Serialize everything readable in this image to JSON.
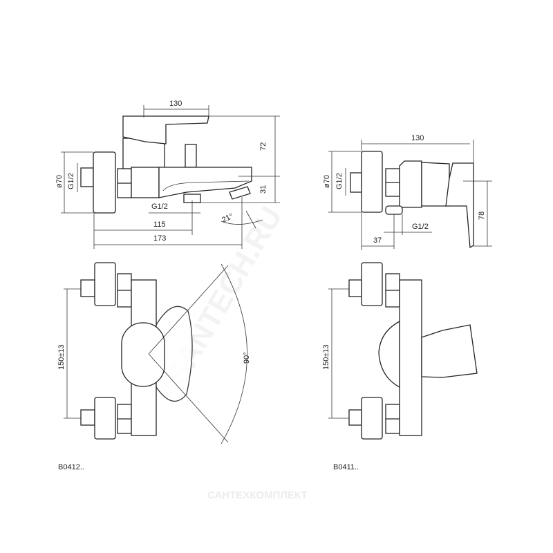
{
  "views": {
    "bath_side": {
      "width_top": "130",
      "height_handle": "72",
      "height_spout": "31",
      "rosette": "ø70",
      "thread_inlet": "G1/2",
      "thread_outlet": "G1/2",
      "outlet_pos": "115",
      "total_length": "173",
      "spout_angle": "21°"
    },
    "shower_side": {
      "width": "130",
      "rosette": "ø70",
      "thread_inlet": "G1/2",
      "thread_outlet": "G1/2",
      "outlet_pos": "37",
      "lever_height": "78"
    },
    "bath_front": {
      "centers": "150±13",
      "swing_angle": "90°",
      "code": "B0412.."
    },
    "shower_front": {
      "centers": "150±13",
      "code": "B0411.."
    }
  },
  "watermarks": {
    "diagonal": "SANTECH.RU",
    "bottom": "САНТЕХКОМПЛЕКТ"
  }
}
